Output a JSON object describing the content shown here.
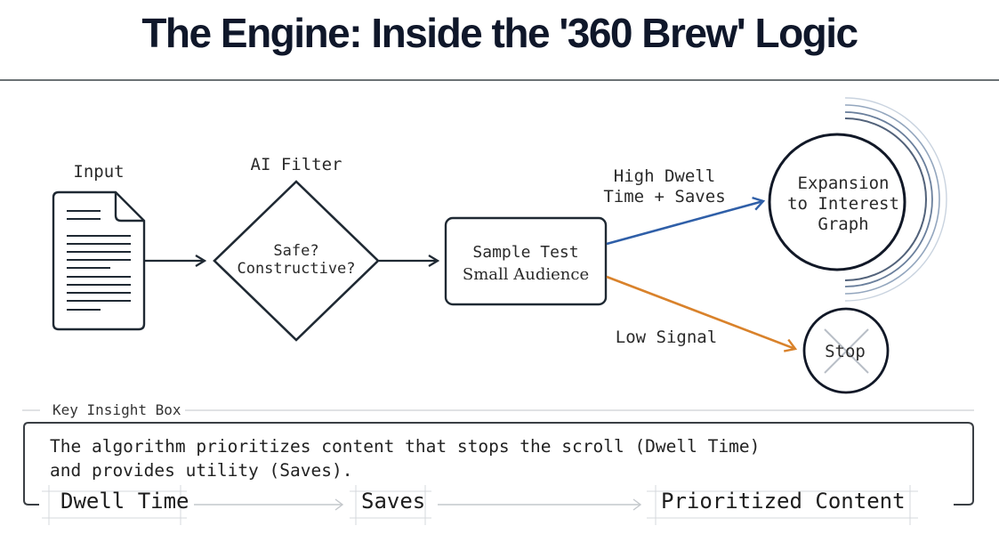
{
  "title": "The Engine: Inside the '360 Brew' Logic",
  "colors": {
    "title": "#0f172a",
    "stroke": "#1f2933",
    "positive_arrow": "#2f5fa8",
    "negative_arrow": "#d9822b",
    "ripple": "#7d93b0",
    "stop_cross": "#b8bec6"
  },
  "nodes": {
    "input": {
      "label": "Input",
      "icon": "document-icon"
    },
    "filter": {
      "label": "AI Filter",
      "text_line1": "Safe?",
      "text_line2": "Constructive?"
    },
    "sample": {
      "text_line1": "Sample Test",
      "text_line2": "Small Audience"
    },
    "expansion": {
      "text_line1": "Expansion",
      "text_line2": "to Interest",
      "text_line3": "Graph"
    },
    "stop": {
      "text": "Stop",
      "icon": "cross-icon"
    }
  },
  "edges": {
    "positive": {
      "line1": "High Dwell",
      "line2": "Time + Saves"
    },
    "negative": {
      "label": "Low Signal"
    }
  },
  "insight": {
    "caption": "Key Insight Box",
    "line1": "The algorithm prioritizes content that stops the scroll (Dwell Time)",
    "line2": "and provides utility (Saves).",
    "flow": [
      "Dwell Time",
      "Saves",
      "Prioritized Content"
    ]
  }
}
